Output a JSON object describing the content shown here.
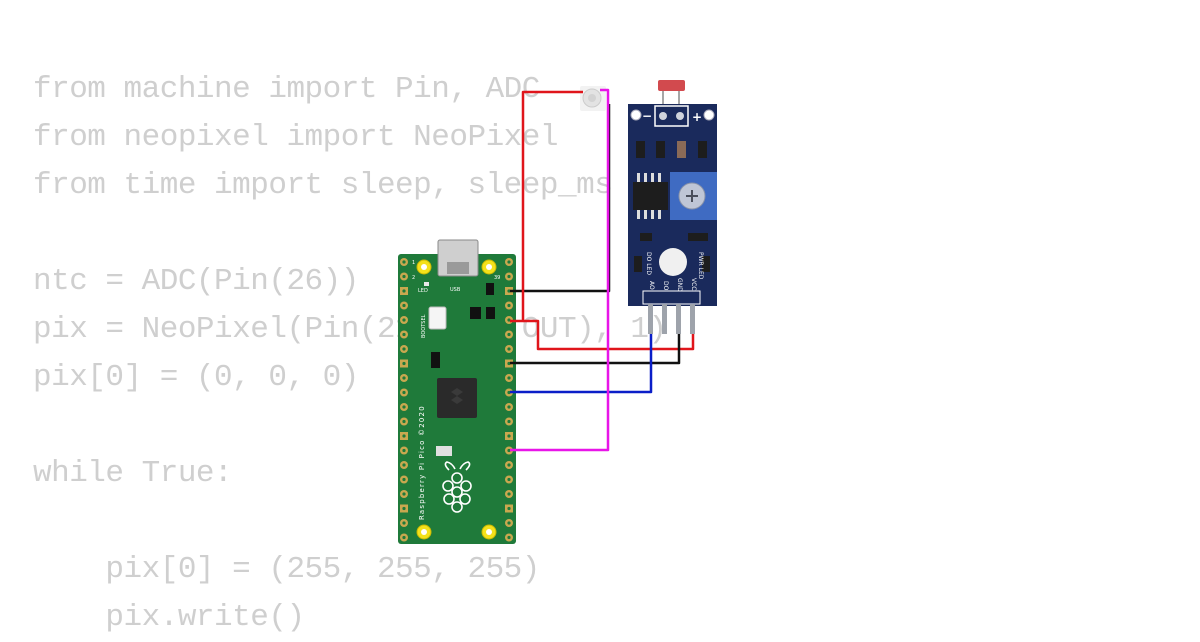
{
  "code": {
    "lines": [
      "from machine import Pin, ADC",
      "from neopixel import NeoPixel",
      "from time import sleep, sleep_ms",
      "",
      "ntc = ADC(Pin(26))",
      "pix = NeoPixel(Pin(21, Pin.OUT), 1)",
      "pix[0] = (0, 0, 0)",
      "",
      "while True:",
      "",
      "    pix[0] = (255, 255, 255)",
      "    pix.write()"
    ]
  },
  "pico": {
    "board_text": "Raspberry Pi Pico ©2020",
    "led_label": "LED",
    "usb_label": "USB",
    "bootsel_label": "BOOTSEL",
    "pin1_label": "1",
    "pin2_label": "2",
    "pin39_label": "39"
  },
  "sensor": {
    "minus_label": "−",
    "plus_label": "+",
    "do_led_label": "DO LED",
    "pwr_led_label": "PWR LED",
    "pins": [
      "AO",
      "DO",
      "GND",
      "VCC"
    ]
  },
  "colors": {
    "pico_board": "#1f7a3a",
    "sensor_board": "#1a2a5c",
    "wire_red": "#e0151b",
    "wire_black": "#111111",
    "wire_blue": "#0a1ec8",
    "wire_magenta": "#e815e8",
    "code_text": "#cfcfcf"
  }
}
